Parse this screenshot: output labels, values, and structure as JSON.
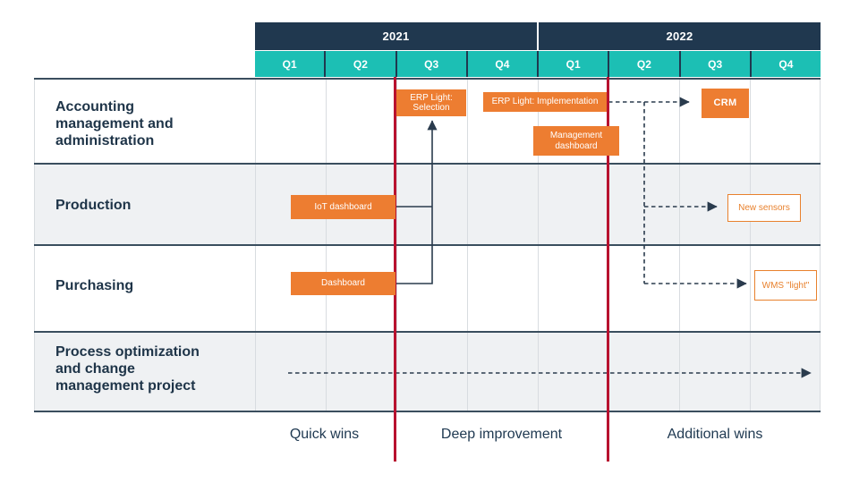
{
  "timeline": {
    "years": [
      "2021",
      "2022"
    ],
    "quarters": [
      "Q1",
      "Q2",
      "Q3",
      "Q4",
      "Q1",
      "Q2",
      "Q3",
      "Q4"
    ]
  },
  "rows": [
    {
      "label": "Accounting management and administration"
    },
    {
      "label": "Production"
    },
    {
      "label": "Purchasing"
    },
    {
      "label": "Process optimization and change management project"
    }
  ],
  "tasks": [
    {
      "label": "ERP Light: Selection",
      "style": "filled"
    },
    {
      "label": "ERP Light: Implementation",
      "style": "filled"
    },
    {
      "label": "Management dashboard",
      "style": "filled"
    },
    {
      "label": "CRM",
      "style": "filled"
    },
    {
      "label": "IoT dashboard",
      "style": "filled"
    },
    {
      "label": "Dashboard",
      "style": "filled"
    },
    {
      "label": "New sensors",
      "style": "outlined"
    },
    {
      "label": "WMS \"light\"",
      "style": "outlined"
    }
  ],
  "phases": [
    {
      "label": "Quick wins"
    },
    {
      "label": "Deep improvement"
    },
    {
      "label": "Additional wins"
    }
  ],
  "colors": {
    "header_navy": "#20384F",
    "quarter_teal": "#1CBFB4",
    "task_orange": "#ED7D31",
    "divider_red": "#B8122F",
    "row_alt_gray": "#EFF1F3",
    "grid_line_gray": "#D8DCE0",
    "row_border_slate": "#3A4E5E",
    "text_navy": "#1E3448"
  }
}
